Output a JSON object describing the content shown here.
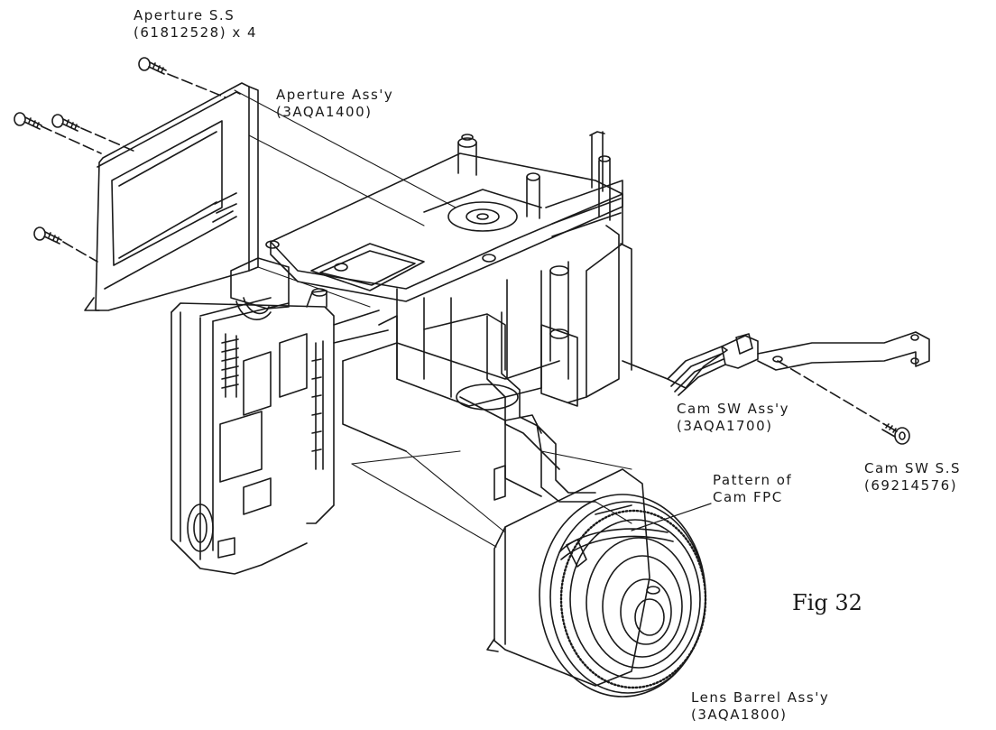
{
  "labels": {
    "aperture_ss": {
      "name": "Aperture S.S",
      "code": "(61812528) x 4"
    },
    "aperture_assy": {
      "name": "Aperture Ass'y",
      "code": "(3AQA1400)"
    },
    "cam_sw_assy": {
      "name": "Cam SW Ass'y",
      "code": "(3AQA1700)"
    },
    "cam_sw_ss": {
      "name": "Cam SW S.S",
      "code": "(69214576)"
    },
    "pattern_cam_fpc": {
      "line1": "Pattern of",
      "line2": "Cam FPC"
    },
    "lens_barrel_assy": {
      "name": "Lens Barrel Ass'y",
      "code": "(3AQA1800)"
    }
  },
  "figure_label": "Fig 32",
  "colors": {
    "ink": "#1a1a1a",
    "paper": "#ffffff"
  }
}
